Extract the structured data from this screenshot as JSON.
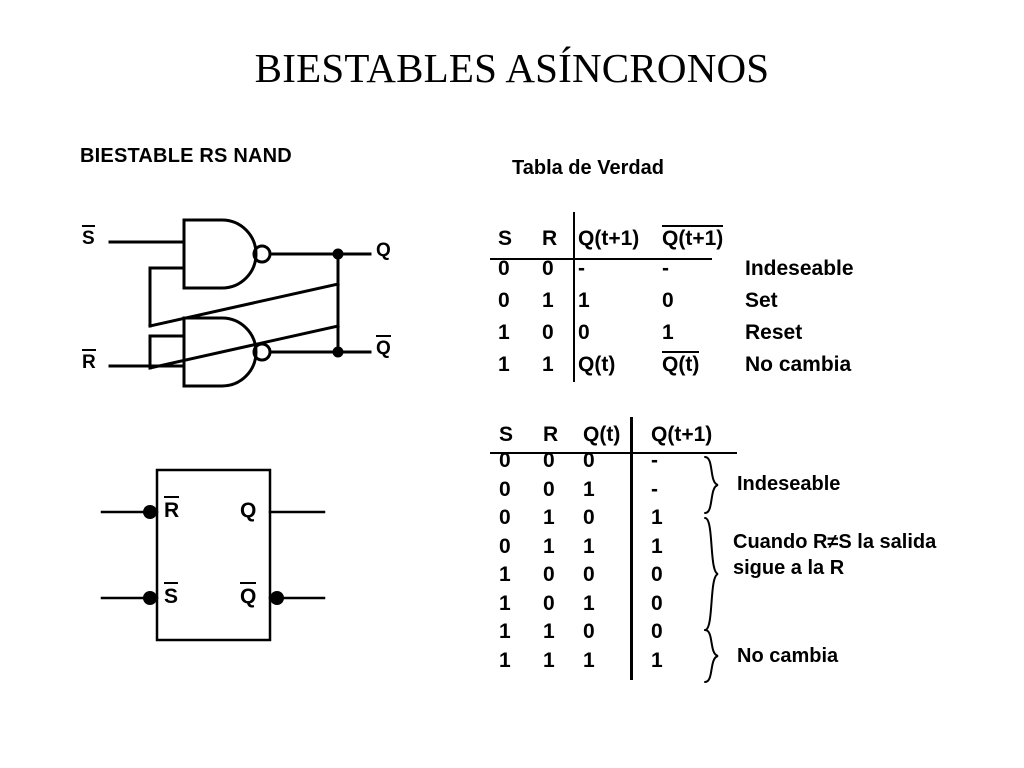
{
  "slide": {
    "title": "BIESTABLES ASÍNCRONOS",
    "section_heading": "BIESTABLE RS NAND",
    "background_color": "#ffffff",
    "ink_color": "#000000"
  },
  "gate_circuit": {
    "caption": "",
    "input_top_label": "S",
    "input_top_overline": true,
    "input_bottom_label": "R",
    "input_bottom_overline": true,
    "output_top_label": "Q",
    "output_top_overline": false,
    "output_bottom_label": "Q",
    "output_bottom_overline": true,
    "gate_type": "NAND"
  },
  "block_symbol": {
    "input_top_label": "R",
    "input_top_overline": true,
    "input_bottom_label": "S",
    "input_bottom_overline": true,
    "output_top_label": "Q",
    "output_top_overline": false,
    "output_bottom_label": "Q",
    "output_bottom_overline": true
  },
  "truth_table_caption": "Tabla de Verdad",
  "table1": {
    "headers": [
      {
        "text": "S",
        "overline": false
      },
      {
        "text": "R",
        "overline": false
      },
      {
        "text": "Q(t+1)",
        "overline": false
      },
      {
        "text": "Q(t+1)",
        "overline": true
      }
    ],
    "rows": [
      {
        "S": "0",
        "R": "0",
        "Q": "-",
        "Qn": "-",
        "Qn_overline": false,
        "note": "Indeseable"
      },
      {
        "S": "0",
        "R": "1",
        "Q": "1",
        "Qn": "0",
        "Qn_overline": false,
        "note": "Set"
      },
      {
        "S": "1",
        "R": "0",
        "Q": "0",
        "Qn": "1",
        "Qn_overline": false,
        "note": "Reset"
      },
      {
        "S": "1",
        "R": "1",
        "Q": "Q(t)",
        "Qn": "Q(t)",
        "Qn_overline": true,
        "note": "No cambia"
      }
    ]
  },
  "table2": {
    "headers": [
      {
        "text": "S",
        "overline": false
      },
      {
        "text": "R",
        "overline": false
      },
      {
        "text": "Q(t)",
        "overline": false
      },
      {
        "text": "Q(t+1)",
        "overline": false
      }
    ],
    "rows": [
      {
        "S": "0",
        "R": "0",
        "Qt": "0",
        "Qn1": "-"
      },
      {
        "S": "0",
        "R": "0",
        "Qt": "1",
        "Qn1": "-"
      },
      {
        "S": "0",
        "R": "1",
        "Qt": "0",
        "Qn1": "1"
      },
      {
        "S": "0",
        "R": "1",
        "Qt": "1",
        "Qn1": "1"
      },
      {
        "S": "1",
        "R": "0",
        "Qt": "0",
        "Qn1": "0"
      },
      {
        "S": "1",
        "R": "0",
        "Qt": "1",
        "Qn1": "0"
      },
      {
        "S": "1",
        "R": "1",
        "Qt": "0",
        "Qn1": "0"
      },
      {
        "S": "1",
        "R": "1",
        "Qt": "1",
        "Qn1": "1"
      }
    ],
    "annotations": [
      {
        "text": "Indeseable",
        "rows": 2
      },
      {
        "text": "Cuando R≠S la salida",
        "text2": "sigue a la R",
        "rows": 4
      },
      {
        "text": "No cambia",
        "rows": 2
      }
    ]
  }
}
